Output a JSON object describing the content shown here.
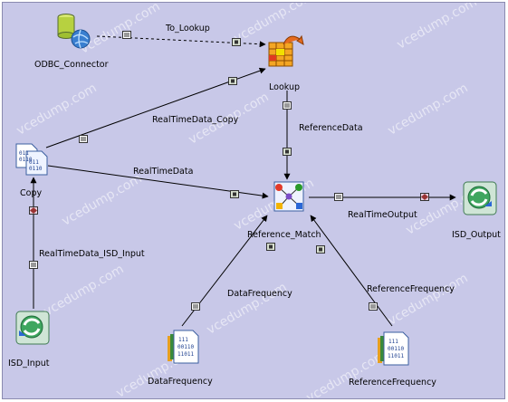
{
  "nodes": {
    "odbc": "ODBC_Connector",
    "lookup": "Lookup",
    "copy": "Copy",
    "ref_match": "Reference_Match",
    "isd_output": "ISD_Output",
    "isd_input": "ISD_Input",
    "data_freq": "DataFrequency",
    "ref_freq": "ReferenceFrequency"
  },
  "links": {
    "to_lookup": "To_Lookup",
    "realtime_copy": "RealTimeData_Copy",
    "reference_data": "ReferenceData",
    "realtime_data": "RealTimeData",
    "realtime_output": "RealTimeOutput",
    "realtime_isd_input": "RealTimeData_ISD_Input",
    "data_frequency": "DataFrequency",
    "reference_frequency": "ReferenceFrequency"
  },
  "watermark": "vcedump.com",
  "colors": {
    "canvas": "#c8c8e8",
    "wire": "#000000"
  }
}
